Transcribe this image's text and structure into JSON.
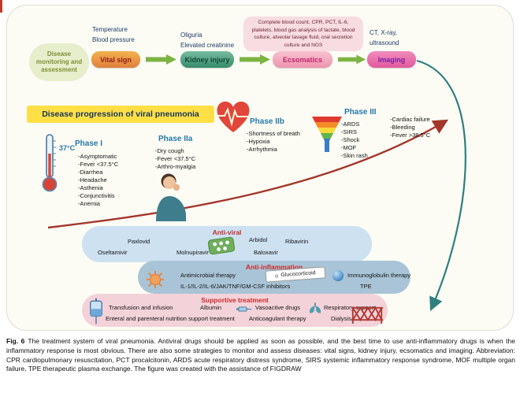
{
  "monitoring": {
    "bubble_label": "Disease monitoring and assessment",
    "vital_sign": {
      "label": "Vital sign",
      "notes": [
        "Temperature",
        "Blood pressure"
      ]
    },
    "kidney_injury": {
      "label": "Kidney injury",
      "notes": [
        "Oliguria",
        "Elevated creatinine"
      ]
    },
    "ecsomatics": {
      "label": "Ecsomatics",
      "note": "Complete blood count, CPR, PCT, IL-6, platelets, blood gas analysis of lactate, blood culture, alveolar lavage fluid, oral secretion culture and NGS"
    },
    "imaging": {
      "label": "Imaging",
      "notes": [
        "CT, X-ray,",
        "ultrasound"
      ]
    }
  },
  "progression": {
    "banner": "Disease progression of viral pneumonia",
    "phase1": {
      "name": "Phase I",
      "temp": "37°C",
      "symptoms": [
        "-Asymptomatic",
        "-Fever <37.5°C",
        "-Diarrhea",
        "-Headache",
        "-Asthenia",
        "-Conjunctivitis",
        "-Anemia"
      ]
    },
    "phase2a": {
      "name": "Phase IIa",
      "symptoms": [
        "-Dry cough",
        "-Fever <37.5°C",
        "-Arthro-myalgia"
      ]
    },
    "phase2b": {
      "name": "Phase IIb",
      "symptoms": [
        "-Shortness of breath",
        "-Hypoxia",
        "-Arrhythmia"
      ]
    },
    "phase3": {
      "name": "Phase III",
      "symptoms": [
        "-ARDS",
        "-SIRS",
        "-Shock",
        "-MOF",
        "-Skin rash"
      ]
    },
    "late_complications": [
      "-Cardiac failure",
      "-Bleeding",
      "-Fever >38.5°C"
    ]
  },
  "treatments": {
    "antiviral": {
      "title": "Anti-viral",
      "paxlovid": "Paxlovid",
      "oseltamivir": "Oseltamivir",
      "molnupiravir": "Molnupiravir",
      "arbidol": "Arbidol",
      "ribavirin": "Ribavirin",
      "baloxavir": "Baloxavir"
    },
    "antiinflammation": {
      "title": "Anti-inflammation",
      "antimicrobial": "Antimicrobial therapy",
      "glucocorticoid": "Glucocorticoid",
      "immunoglobulin": "Immunoglobulin therapy",
      "inhibitors": "IL-1/IL-2/IL-6/JAK/TNF/GM-CSF inhibitors",
      "tpe": "TPE"
    },
    "supportive": {
      "title": "Supportive treatment",
      "transfusion": "Transfusion and infusion",
      "albumin": "Albumin",
      "vasoactive": "Vasoactive drugs",
      "respiratory": "Respiratory support",
      "nutrition": "Enteral and parenteral nutrition support treatment",
      "anticoagulant": "Anticoagulant therapy",
      "dialysis": "Dialysis"
    }
  },
  "caption": {
    "label": "Fig. 6",
    "text": "The treatment system of viral pneumonia. Antiviral drugs should be applied as soon as possible, and the best time to use anti-inflammatory drugs is when the inflammatory response is most obvious. There are also some strategies to monitor and assess diseases: vital signs, kidney injury, ecsomatics and imaging. Abbreviation: CPR cardiopulmonary resuscitation, PCT procalcitonin, ARDS acute respiratory distress syndrome, SIRS systemic inflammatory response syndrome, MOF multiple organ failure, TPE therapeutic plasma exchange. The figure was created with the assistance of FIGDRAW"
  },
  "colors": {
    "vital_sign_chip": "#E8923E",
    "kidney_injury_chip": "#47997E",
    "ecsomatics_chip": "#F2A9BE",
    "imaging_chip": "#E86FA8",
    "banner_yellow": "#FFDF45",
    "phase_blue": "#2878A8",
    "antiviral_box": "#CDE1F1",
    "antiinflammation_box": "#A9C4D6",
    "supportive_box": "#F3D2D9",
    "treatment_title_red": "#CC2A2A",
    "progression_curve_red": "#A4362A",
    "monitoring_arrow_green": "#7DB342",
    "imaging_curve_teal": "#2F7F7F"
  }
}
